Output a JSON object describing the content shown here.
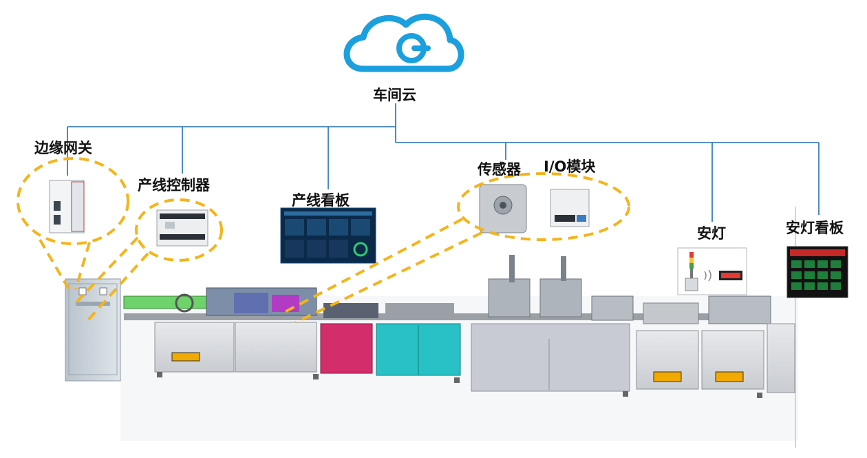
{
  "cloud": {
    "label": "车间云",
    "color": "#1aa0df"
  },
  "nodes": {
    "edge_gateway": "边缘网关",
    "line_controller": "产线控制器",
    "line_board": "产线看板",
    "sensor": "传感器",
    "io_module": "I/O模块",
    "andon": "安灯",
    "andon_board": "安灯看板"
  },
  "colors": {
    "connector": "#1f6fb0",
    "highlight": "#f4b41a",
    "board_bg": "#0b2a4a"
  }
}
